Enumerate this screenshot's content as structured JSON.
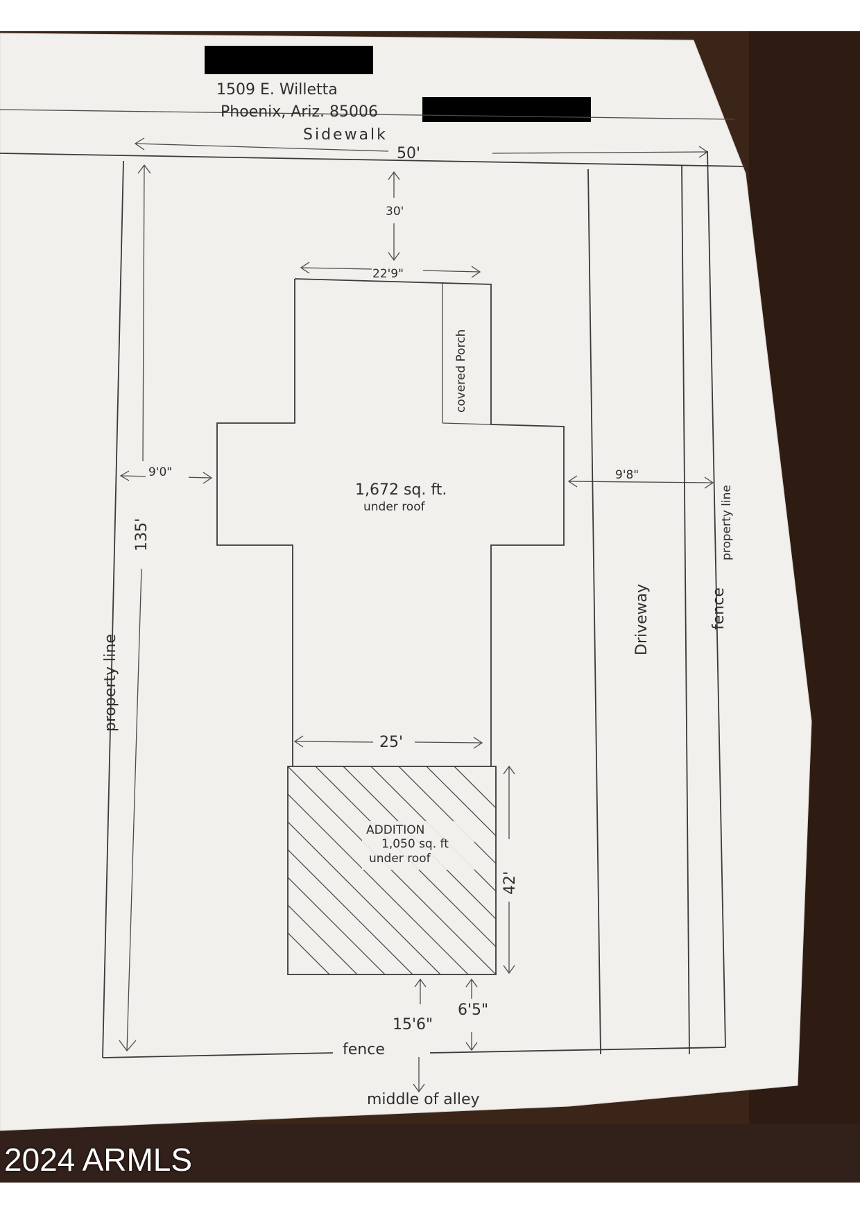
{
  "header": {
    "address_line1": "1509 E. Willetta",
    "address_line2": "Phoenix, Ariz. 85006"
  },
  "street_label": "Sidewalk",
  "dimensions": {
    "lot_width": "50'",
    "setback_front": "30'",
    "house_width": "22'9\"",
    "lot_depth": "135'",
    "side_left": "9'0\"",
    "side_right": "9'8\"",
    "addition_width": "25'",
    "addition_depth": "42'",
    "rear_left": "15'6\"",
    "rear_right": "6'5\""
  },
  "labels": {
    "covered_porch": "covered Porch",
    "main_area_line1": "1,672 sq. ft.",
    "main_area_line2": "under roof",
    "addition_line1": "ADDITION",
    "addition_line2": "1,050 sq. ft",
    "addition_line3": "under roof",
    "driveway": "Driveway",
    "property_line_left": "property line",
    "property_line_right": "property line",
    "fence_right": "fence",
    "fence_bottom": "fence",
    "alley": "middle of alley"
  },
  "colors": {
    "paper": "#f1f0ec",
    "ink": "#3a3a3a",
    "wood": "#3b2418",
    "redaction": "#000000"
  },
  "watermark": "2024 ARMLS"
}
